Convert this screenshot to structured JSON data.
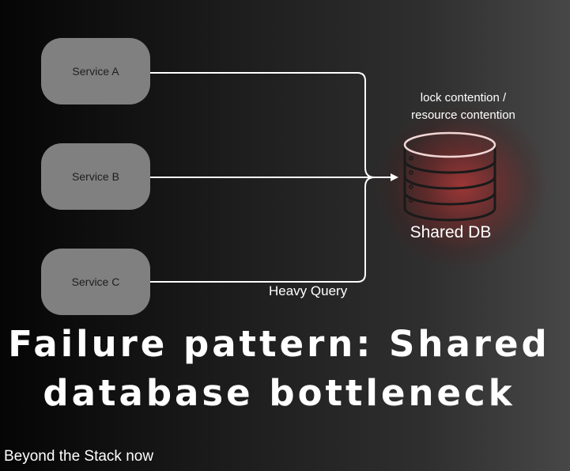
{
  "services": [
    {
      "label": "Service A"
    },
    {
      "label": "Service B"
    },
    {
      "label": "Service C"
    }
  ],
  "database": {
    "label": "Shared DB",
    "annotation_line1": "lock contention /",
    "annotation_line2": "resource contention"
  },
  "edge_label": "Heavy Query",
  "title_line1": "Failure pattern: Shared",
  "title_line2": "database bottleneck",
  "footer": "Beyond the Stack now",
  "colors": {
    "service_fill": "#808080",
    "db_outline": "#1a1a1a",
    "glow": "#c83737",
    "arrows": "#ffffff"
  }
}
